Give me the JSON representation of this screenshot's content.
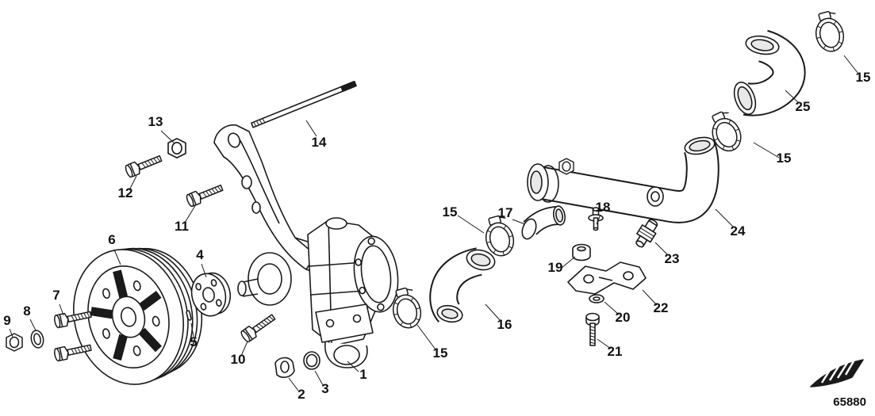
{
  "diagram": {
    "part_number": "65880"
  },
  "callouts": {
    "c1": "1",
    "c2": "2",
    "c3": "3",
    "c4": "4",
    "c5": "5",
    "c6": "6",
    "c7": "7",
    "c8": "8",
    "c9": "9",
    "c10": "10",
    "c11": "11",
    "c12": "12",
    "c13": "13",
    "c14": "14",
    "c15a": "15",
    "c15b": "15",
    "c15c": "15",
    "c15d": "15",
    "c16": "16",
    "c17": "17",
    "c18": "18",
    "c19": "19",
    "c20": "20",
    "c21": "21",
    "c22": "22",
    "c23": "23",
    "c24": "24",
    "c25": "25"
  },
  "colors": {
    "line": "#1a1a1a",
    "background": "#ffffff",
    "shade": "#e8e8e8"
  },
  "icons": {
    "brand_logo": "striped-swoosh"
  }
}
